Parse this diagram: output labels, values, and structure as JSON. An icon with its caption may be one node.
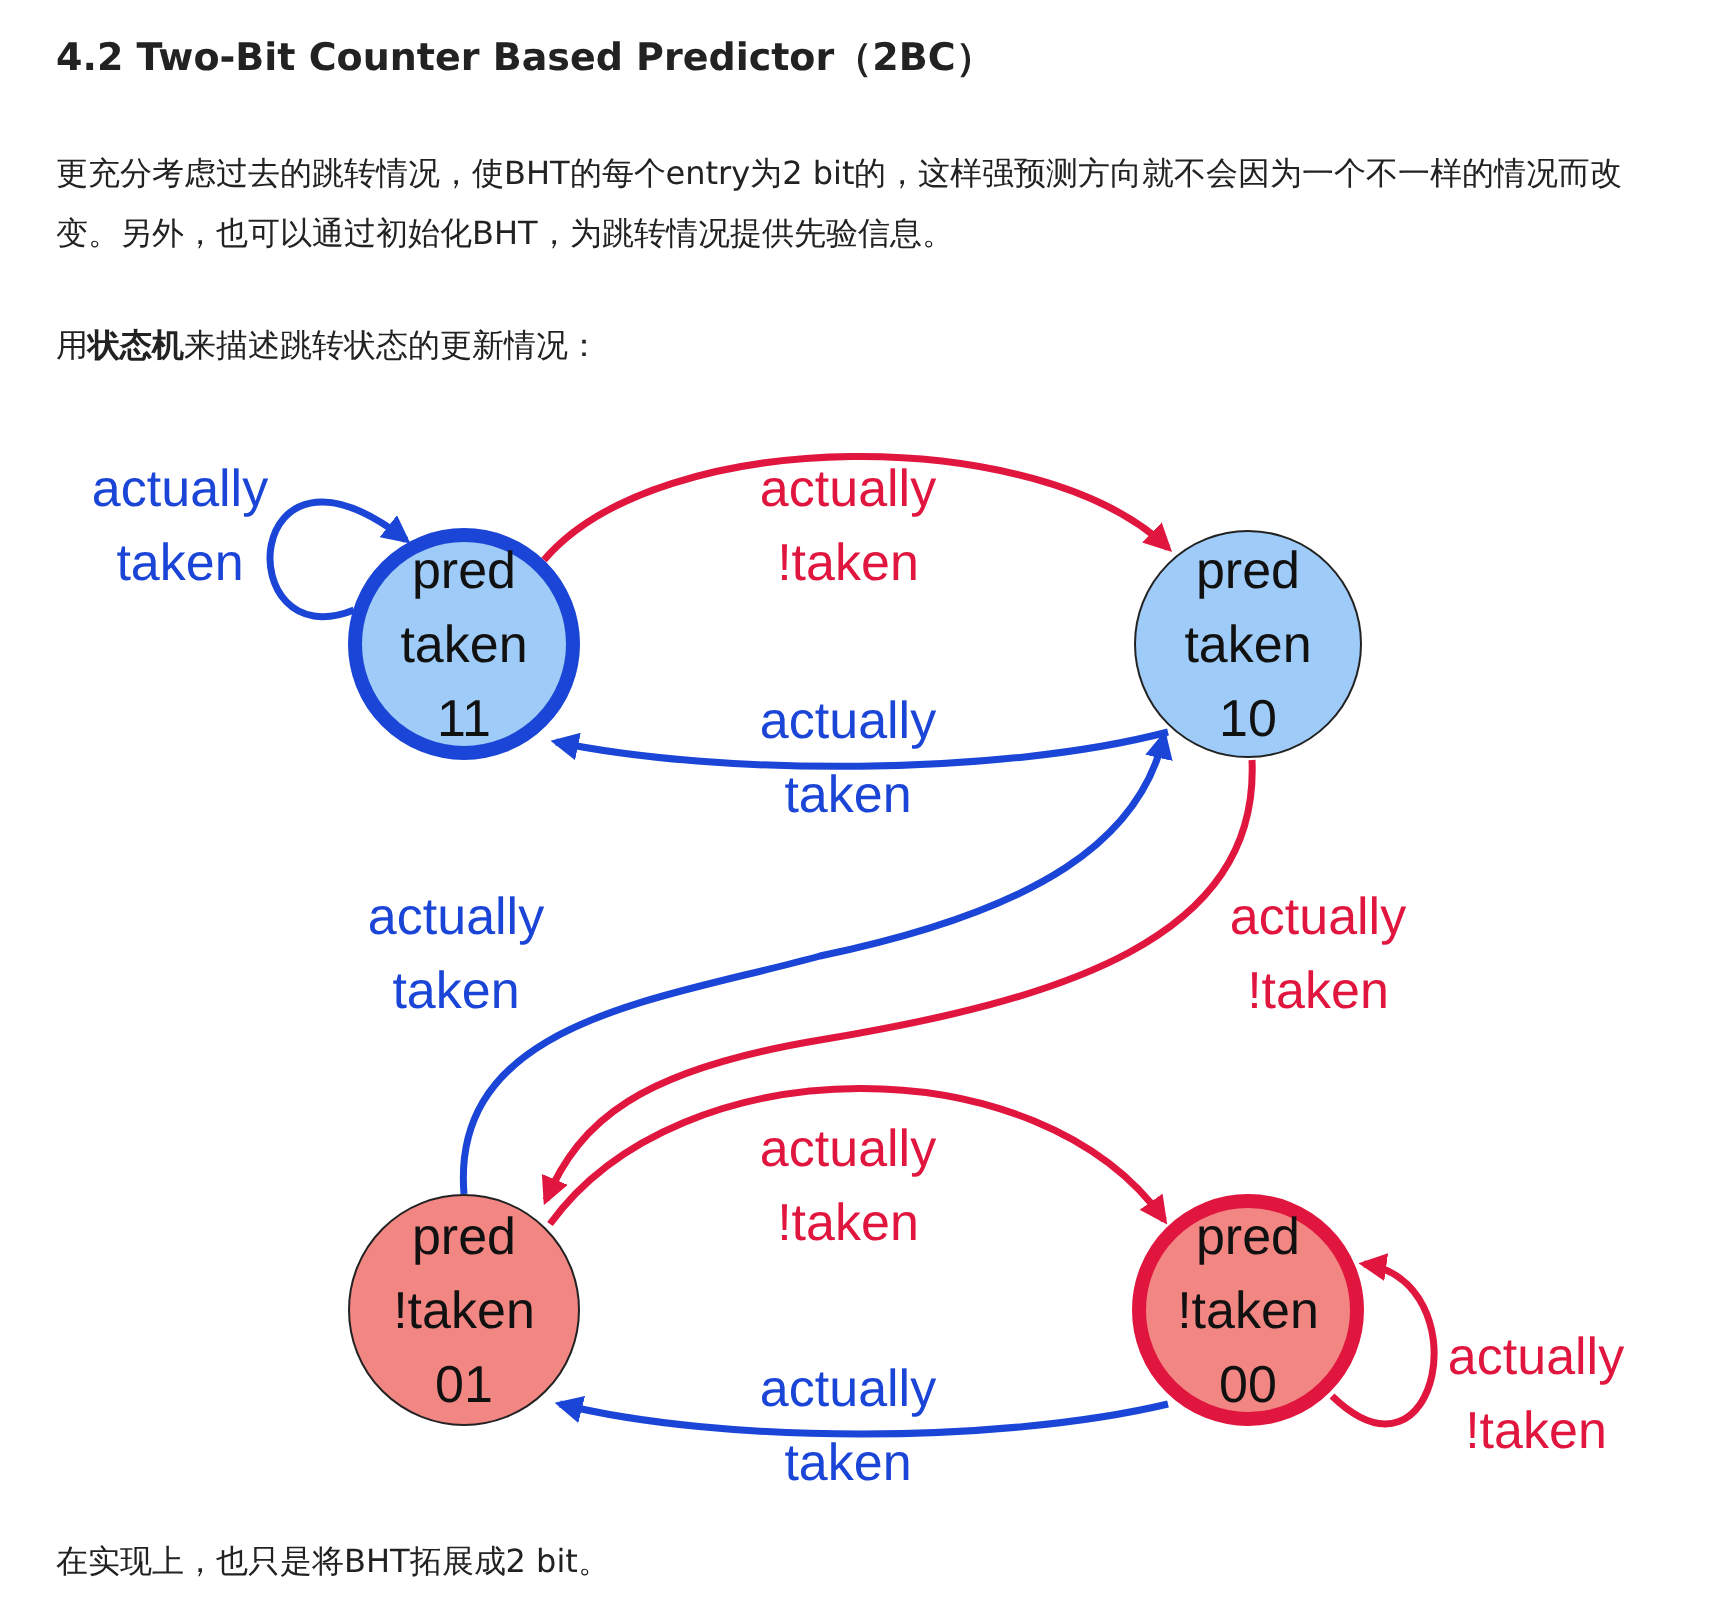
{
  "diagram": {
    "title": "4.2 Two-Bit Counter Based Predictor（2BC）",
    "nodes": [
      {
        "text": [
          "pred taken 11"
        ]
      },
      {
        "text": [
          "pred taken 10"
        ]
      },
      {
        "text": [
          "pred !taken 01"
        ]
      },
      {
        "text": [
          "pred !taken 00"
        ]
      }
    ],
    "edges": [
      {
        "from": 0,
        "to": 0,
        "arrow": "to",
        "label": "actually taken",
        "color": "#1a45d6"
      },
      {
        "from": 0,
        "to": 1,
        "arrow": "to",
        "label": "actually !taken",
        "color": "#e0163f"
      },
      {
        "from": 1,
        "to": 0,
        "arrow": "to",
        "label": "actually taken",
        "color": "#1a45d6"
      },
      {
        "from": 2,
        "to": 1,
        "arrow": "to",
        "label": "actually taken",
        "color": "#1a45d6"
      },
      {
        "from": 1,
        "to": 2,
        "arrow": "to",
        "label": "actually !taken",
        "color": "#e0163f"
      },
      {
        "from": 2,
        "to": 3,
        "arrow": "to",
        "label": "actually !taken",
        "color": "#e0163f"
      },
      {
        "from": 3,
        "to": 2,
        "arrow": "to",
        "label": "actually taken",
        "color": "#1a45d6"
      },
      {
        "from": 3,
        "to": 3,
        "arrow": "to",
        "label": "actually !taken",
        "color": "#e0163f"
      }
    ],
    "labels": [
      "更充分考虑过去的跳转情况，使BHT的每个entry为2 bit的，这样强预测方向就不会因为一个不一样的情况而改变。另外，也可以通过初始化BHT，为跳转情况提供先验信息。",
      "用**状态机**来描述跳转状态的更新情况：",
      "在实现上，也只是将BHT拓展成2 bit。"
    ]
  }
}
